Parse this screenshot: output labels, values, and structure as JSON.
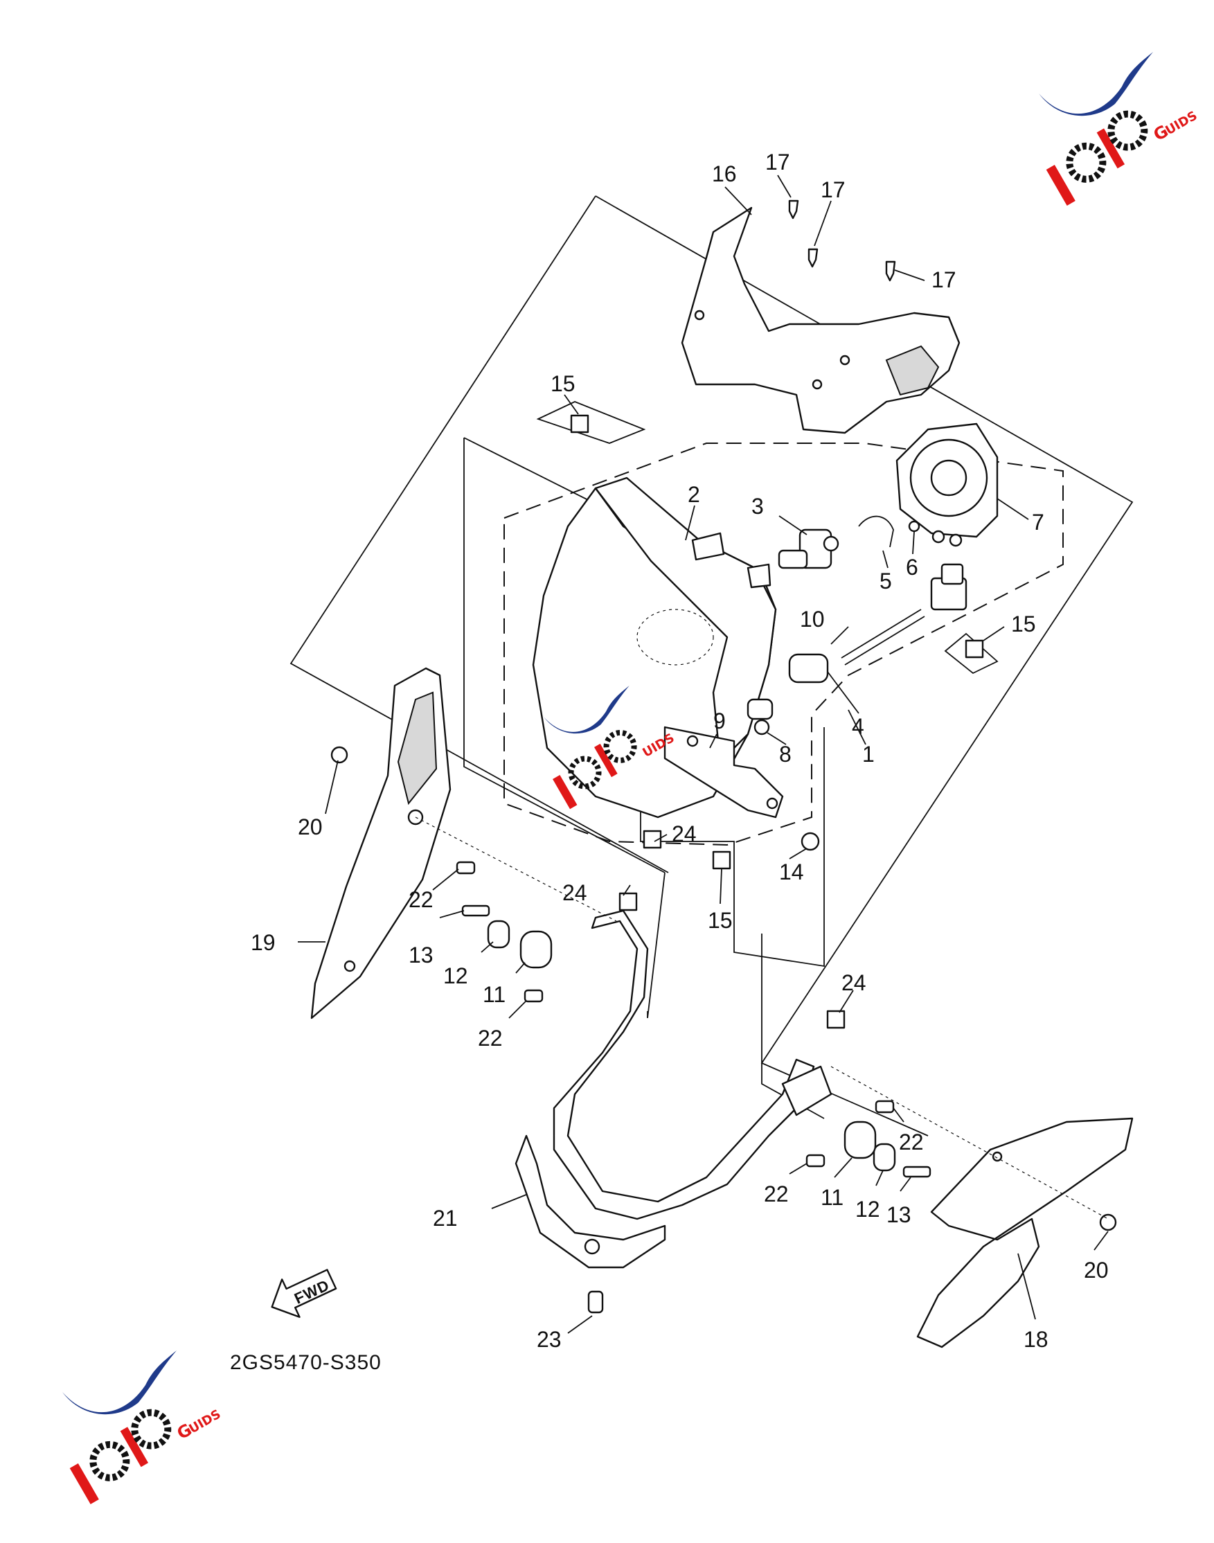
{
  "diagram": {
    "reference_code": "2GS5470-S350",
    "fwd_label": "FWD",
    "callouts": [
      "1",
      "2",
      "3",
      "4",
      "5",
      "6",
      "7",
      "8",
      "9",
      "10",
      "11",
      "11",
      "12",
      "12",
      "13",
      "13",
      "14",
      "15",
      "15",
      "15",
      "16",
      "17",
      "17",
      "17",
      "18",
      "19",
      "20",
      "20",
      "21",
      "22",
      "22",
      "22",
      "22",
      "23",
      "24",
      "24",
      "24"
    ]
  },
  "logos": {
    "watermark_text": "MOTO GUIDS",
    "colors": {
      "swoosh": "#1f3a8a",
      "letters": "#e01818",
      "gears": "#111111"
    }
  }
}
